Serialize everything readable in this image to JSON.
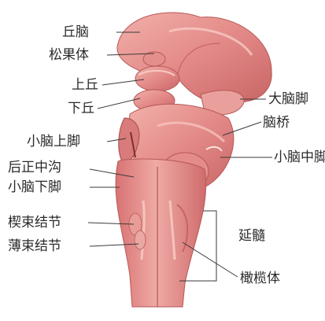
{
  "colors": {
    "label_left": "#2a2a2a",
    "label_right": "#2a2a2a",
    "leader": "#3a3a3a",
    "tissue": "#e08585",
    "tissue_dark": "#b95555",
    "tissue_light": "#f1b3ae",
    "background": "#ffffff"
  },
  "labels": {
    "qiunao": "丘脑",
    "songguoti": "松果体",
    "shangqiu": "上丘",
    "xiaqiu": "下丘",
    "xiaonao_shangjiao": "小脑上脚",
    "houzhengzhonggou": "后正中沟",
    "xiaonao_xiajiao": "小脑下脚",
    "xieshu_jiejie": "楔束结节",
    "boshu_jiejie": "薄束结节",
    "danaojiao": "大脑脚",
    "naoqiao": "脑桥",
    "xiaonao_zhongjiao": "小脑中脚",
    "yansui": "延髓",
    "ganlanti": "橄榄体"
  }
}
